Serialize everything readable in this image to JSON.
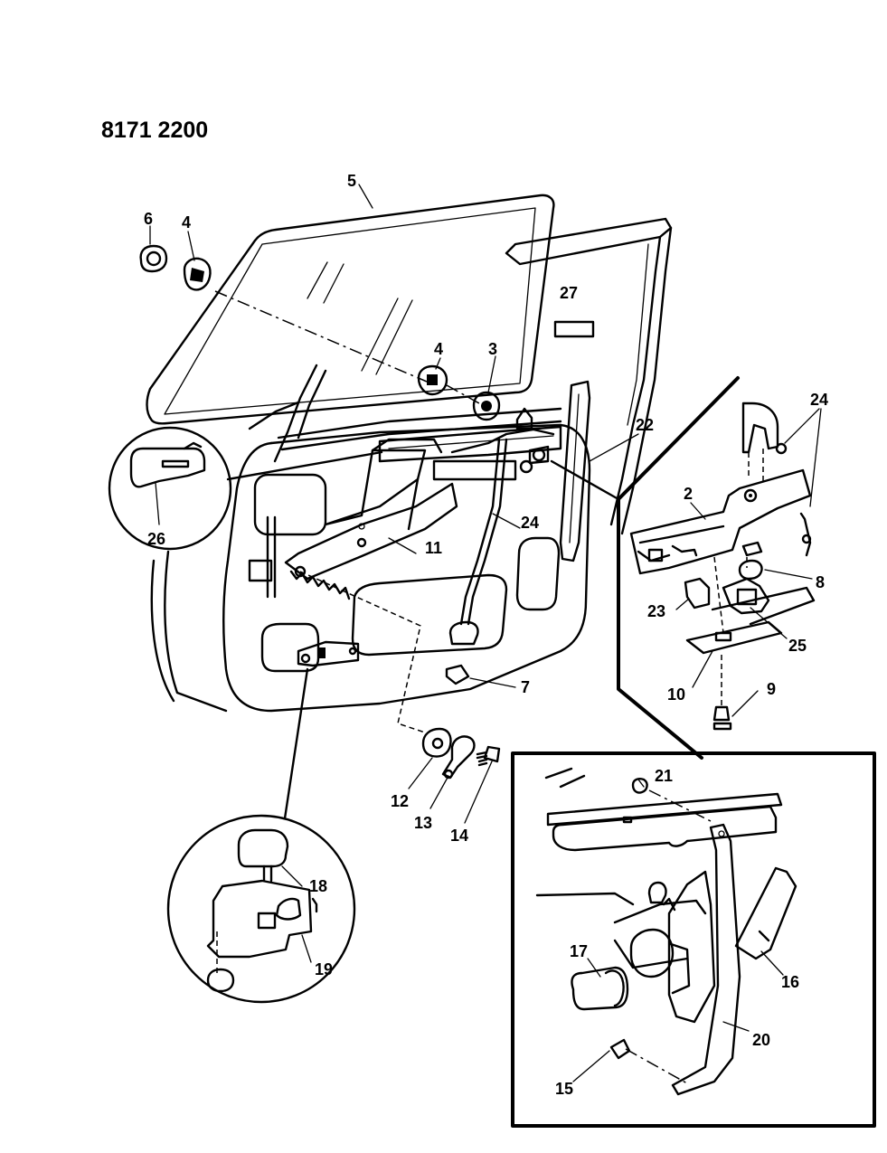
{
  "document": {
    "id": "8171 2200"
  },
  "callouts": {
    "c1": "5",
    "c2": "6",
    "c3": "4",
    "c4": "27",
    "c5": "4",
    "c6": "3",
    "c7": "22",
    "c8": "24",
    "c9": "2",
    "c10": "8",
    "c11": "23",
    "c12": "25",
    "c13": "10",
    "c14": "9",
    "c15": "26",
    "c16": "11",
    "c17": "24",
    "c18": "7",
    "c19": "12",
    "c20": "13",
    "c21": "14",
    "c22": "18",
    "c23": "19",
    "c24": "21",
    "c25": "17",
    "c26": "16",
    "c27": "20",
    "c28": "15"
  }
}
